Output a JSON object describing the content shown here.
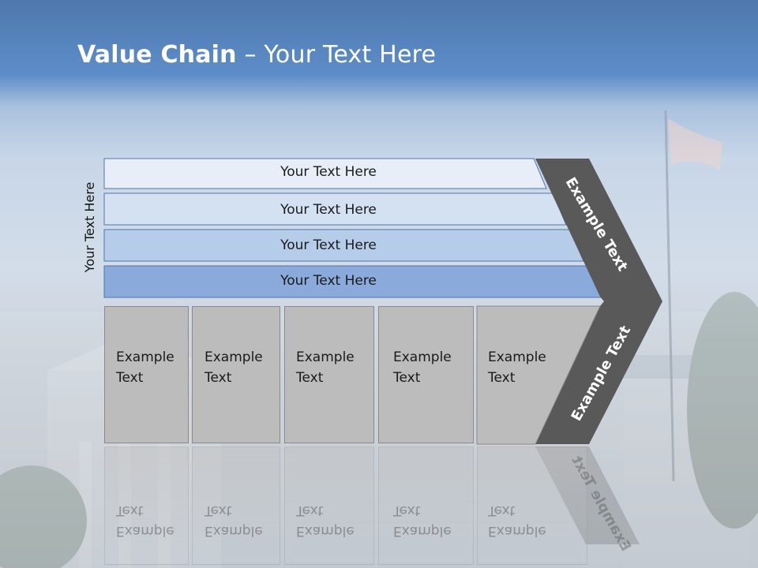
{
  "slide": {
    "title_bold": "Value Chain",
    "title_rest": " – Your Text Here",
    "side_label": "Your Text Here"
  },
  "bars": [
    {
      "label": "Your Text Here",
      "color": "#e7eef8"
    },
    {
      "label": "Your Text Here",
      "color": "#d3e1f3"
    },
    {
      "label": "Your Text Here",
      "color": "#b6cdea"
    },
    {
      "label": "Your Text Here",
      "color": "#89aadb"
    }
  ],
  "activities": [
    {
      "line1": "Example",
      "line2": "Text"
    },
    {
      "line1": "Example",
      "line2": "Text"
    },
    {
      "line1": "Example",
      "line2": "Text"
    },
    {
      "line1": "Example",
      "line2": "Text"
    },
    {
      "line1": "Example",
      "line2": "Text"
    }
  ],
  "chevron": {
    "upper_label": "Example Text",
    "lower_label": "Example Text",
    "color": "#595959"
  }
}
